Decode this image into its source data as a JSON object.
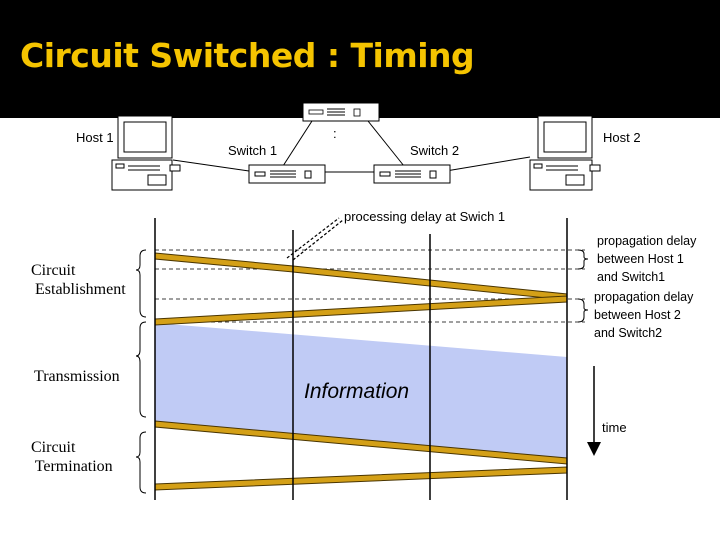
{
  "header": {
    "title": "Circuit Switched : Timing"
  },
  "network": {
    "host1": "Host 1",
    "host2": "Host 2",
    "switch1": "Switch 1",
    "switch2": "Switch 2",
    "center_mark": ":"
  },
  "phases": {
    "establishment": "Circuit\n Establishment",
    "transmission": "Transmission",
    "termination": "Circuit\n Termination"
  },
  "annotations": {
    "processing_delay": "processing delay at Swich 1",
    "prop_delay_1": "propagation delay\nbetween Host 1\nand Switch1",
    "prop_delay_2": "propagation delay\nbetween Host 2\nand Switch2",
    "information": "Information",
    "time": "time"
  },
  "colors": {
    "title": "#f5c400",
    "signal": "#d4a017",
    "information_band": "#c0cbf5"
  }
}
